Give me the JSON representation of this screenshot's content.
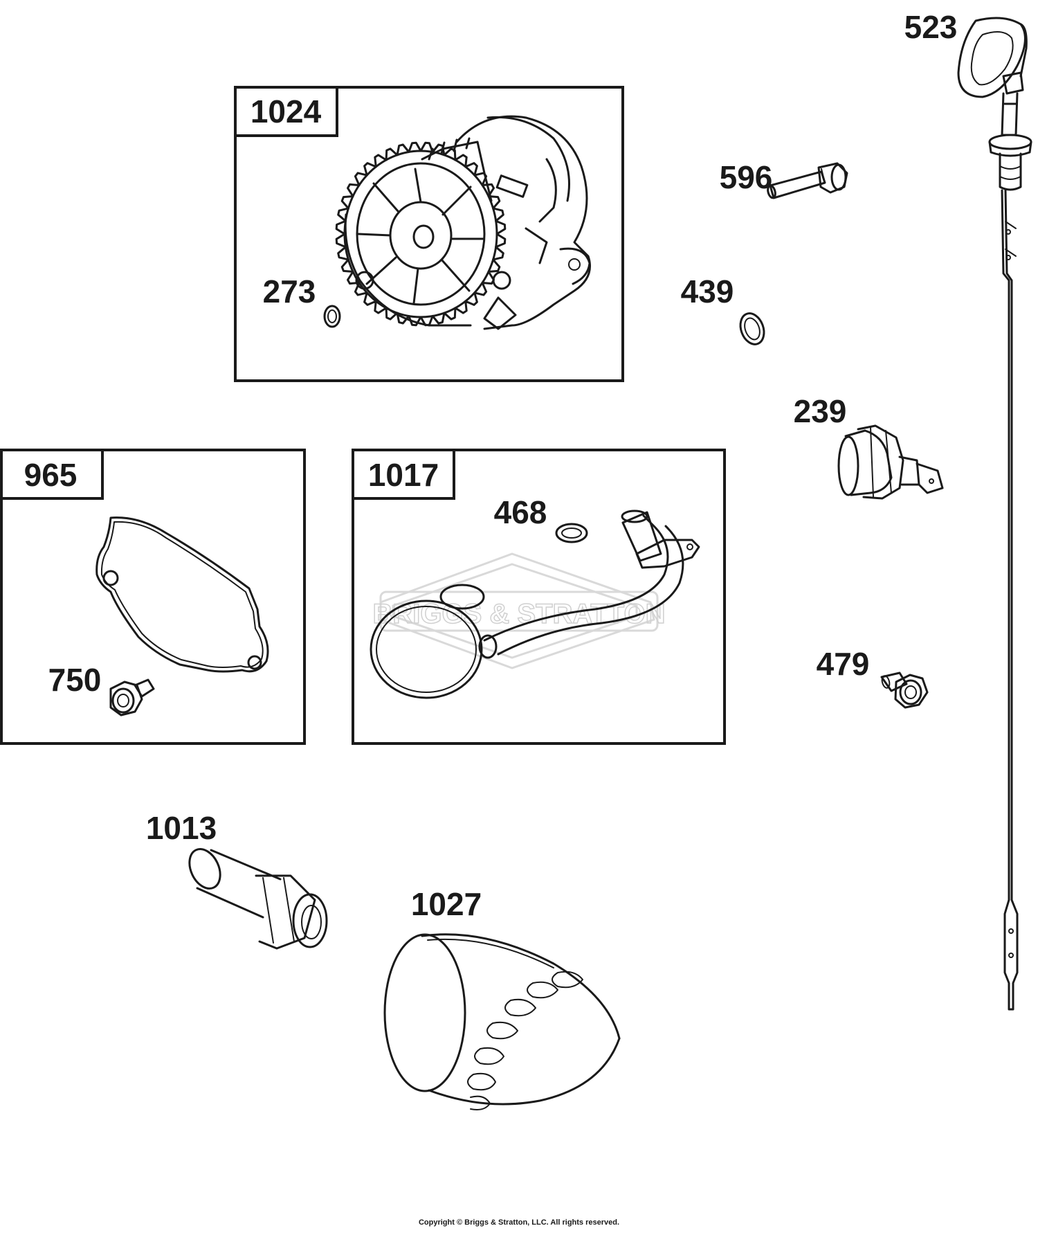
{
  "labels": {
    "p1024": "1024",
    "p273": "273",
    "p439": "439",
    "p596": "596",
    "p523": "523",
    "p239": "239",
    "p965": "965",
    "p750": "750",
    "p1017": "1017",
    "p468": "468",
    "p479": "479",
    "p1013": "1013",
    "p1027": "1027"
  },
  "watermark": "BRIGGS & STRATTON",
  "copyright": "Copyright © Briggs & Stratton, LLC. All rights reserved.",
  "colors": {
    "line": "#1a1a1a",
    "watermark": "#d9d9d9",
    "background": "#ffffff"
  }
}
